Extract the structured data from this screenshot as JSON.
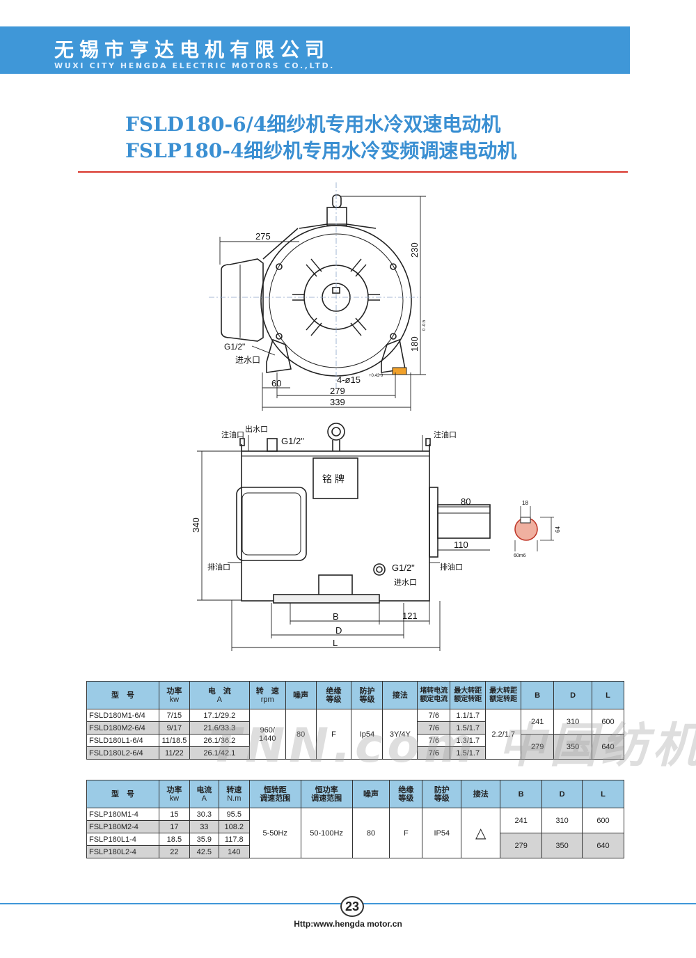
{
  "header": {
    "company_cn": "无锡市亨达电机有限公司",
    "company_en": "WUXI CITY HENGDA ELECTRIC MOTORS CO.,LTD."
  },
  "titles": {
    "line1": "FSLD180-6/4细纱机专用水冷双速电动机",
    "line2": "FSLP180-4细纱机专用水冷变频调速电动机"
  },
  "drawing": {
    "dim_275": "275",
    "dim_230": "230",
    "dim_180": "180",
    "dim_180_tol": "0 -0.5",
    "dim_60": "60",
    "dim_279": "279",
    "dim_339": "339",
    "hole_spec": "4-ø15",
    "hole_tol": "+0.43 0",
    "g_thread_1": "G1/2\"",
    "water_inlet_1": "进水口",
    "oil_inlet_left": "注油口",
    "water_outlet": "出水口",
    "g_thread_top": "G1/2\"",
    "oil_inlet_right": "注油口",
    "nameplate": "铭 牌",
    "dim_340": "340",
    "dim_80": "80",
    "dim_110": "110",
    "oil_drain_left": "排油口",
    "oil_drain_right": "排油口",
    "g_thread_2": "G1/2\"",
    "water_inlet_2": "进水口",
    "dim_121": "121",
    "dim_B": "B",
    "dim_D": "D",
    "dim_L": "L",
    "key_18": "18",
    "key_64": "64",
    "key_60m6": "60m6"
  },
  "table1": {
    "headers": {
      "model": "型　号",
      "power": "功率",
      "power_unit": "kw",
      "current": "电　流",
      "current_unit": "A",
      "speed": "转　速",
      "speed_unit": "rpm",
      "noise": "噪声",
      "insulation": "绝缘",
      "insulation2": "等级",
      "protection": "防护",
      "protection2": "等级",
      "connection": "接法",
      "stall": "堵转电流",
      "stall2": "额定电流",
      "maxtorque": "最大转距",
      "maxtorque2": "额定转距",
      "maxtorque_b": "最大转距",
      "maxtorque_b2": "额定转距",
      "B": "B",
      "D": "D",
      "L": "L"
    },
    "rows": [
      {
        "model": "FSLD180M1-6/4",
        "power": "7/15",
        "current": "17.1/29.2",
        "stall": "7/6",
        "maxt": "1.1/1.7"
      },
      {
        "model": "FSLD180M2-6/4",
        "power": "9/17",
        "current": "21.6/33.3",
        "stall": "7/6",
        "maxt": "1.5/1.7"
      },
      {
        "model": "FSLD180L1-6/4",
        "power": "11/18.5",
        "current": "26.1/36.2",
        "stall": "7/6",
        "maxt": "1.3/1.7"
      },
      {
        "model": "FSLD180L2-6/4",
        "power": "11/22",
        "current": "26.1/42.1",
        "stall": "7/6",
        "maxt": "1.5/1.7"
      }
    ],
    "speed_line1": "960/",
    "speed_line2": "1440",
    "noise": "80",
    "insulation": "F",
    "protection": "Ip54",
    "connection": "3Y/4Y",
    "maxt_merged": "2.2/1.7",
    "dims_M": {
      "B": "241",
      "D": "310",
      "L": "600"
    },
    "dims_L": {
      "B": "279",
      "D": "350",
      "L": "640"
    }
  },
  "table2": {
    "headers": {
      "model": "型　号",
      "power": "功率",
      "power_unit": "kw",
      "current": "电流",
      "current_unit": "A",
      "torque": "转速",
      "torque_unit": "N.m",
      "const_torque": "恒转距",
      "const_torque2": "调速范围",
      "const_power": "恒功率",
      "const_power2": "调速范围",
      "noise": "噪声",
      "insulation": "绝缘",
      "insulation2": "等级",
      "protection": "防护",
      "protection2": "等级",
      "connection": "接法",
      "B": "B",
      "D": "D",
      "L": "L"
    },
    "rows": [
      {
        "model": "FSLP180M1-4",
        "power": "15",
        "current": "30.3",
        "torque": "95.5"
      },
      {
        "model": "FSLP180M2-4",
        "power": "17",
        "current": "33",
        "torque": "108.2"
      },
      {
        "model": "FSLP180L1-4",
        "power": "18.5",
        "current": "35.9",
        "torque": "117.8"
      },
      {
        "model": "FSLP180L2-4",
        "power": "22",
        "current": "42.5",
        "torque": "140"
      }
    ],
    "const_torque": "5-50Hz",
    "const_power": "50-100Hz",
    "noise": "80",
    "insulation": "F",
    "protection": "IP54",
    "connection": "△",
    "dims_M": {
      "B": "241",
      "D": "310",
      "L": "600"
    },
    "dims_L": {
      "B": "279",
      "D": "350",
      "L": "640"
    }
  },
  "watermark": "TNN.com 中国纺机网",
  "footer": {
    "page": "23",
    "url": "Http:www.hengda motor.cn"
  }
}
